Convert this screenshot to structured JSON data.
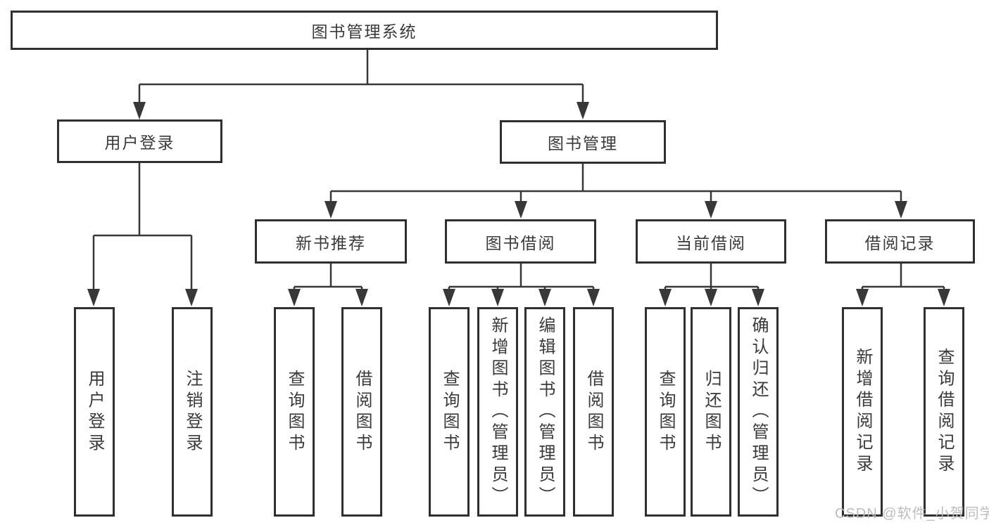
{
  "diagram": {
    "root": {
      "label": "图书管理系统"
    },
    "branches": [
      {
        "label": "用户登录",
        "children": [
          "用户登录",
          "注销登录"
        ]
      },
      {
        "label": "图书管理",
        "children": [
          {
            "label": "新书推荐",
            "children": [
              "查询图书",
              "借阅图书"
            ]
          },
          {
            "label": "图书借阅",
            "children": [
              "查询图书",
              "新增图书（管理员）",
              "编辑图书（管理员）",
              "借阅图书"
            ]
          },
          {
            "label": "当前借阅",
            "children": [
              "查询图书",
              "归还图书",
              "确认归还（管理员）"
            ]
          },
          {
            "label": "借阅记录",
            "children": [
              "新增借阅记录",
              "查询借阅记录"
            ]
          }
        ]
      }
    ]
  },
  "watermark": {
    "text": "CSDN @软件_小贺同学"
  },
  "colors": {
    "line": "#383838",
    "box_border": "#2f2f2f",
    "text": "#3a3a3a",
    "background": "#ffffff",
    "watermark": "#b9b9b9"
  }
}
